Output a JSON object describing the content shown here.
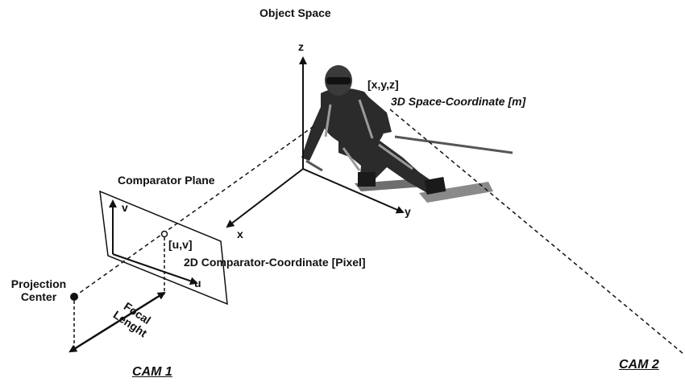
{
  "labels": {
    "object_space": "Object Space",
    "axis_z": "z",
    "axis_x": "x",
    "axis_y": "y",
    "point_xyz": "[x,y,z]",
    "space_coord": "3D Space-Coordinate [m]",
    "comparator_plane": "Comparator Plane",
    "axis_v": "v",
    "axis_u": "u",
    "point_uv": "[u,v]",
    "comparator_coord": "2D Comparator-Coordinate [Pixel]",
    "projection_center_1": "Projection",
    "projection_center_2": "Center",
    "focal_1": "Focal",
    "focal_2": "Lenght",
    "cam1": "CAM 1",
    "cam2": "CAM 2"
  },
  "colors": {
    "ink": "#111111",
    "skier_suit": "#2b2b2b",
    "skier_stripe": "#9a9a9a",
    "ski": "#6e6e6e"
  },
  "icons": {
    "skier": "skier-figure-icon",
    "projection_point": "projection-center-point-icon",
    "image_point": "image-point-circle-icon"
  }
}
